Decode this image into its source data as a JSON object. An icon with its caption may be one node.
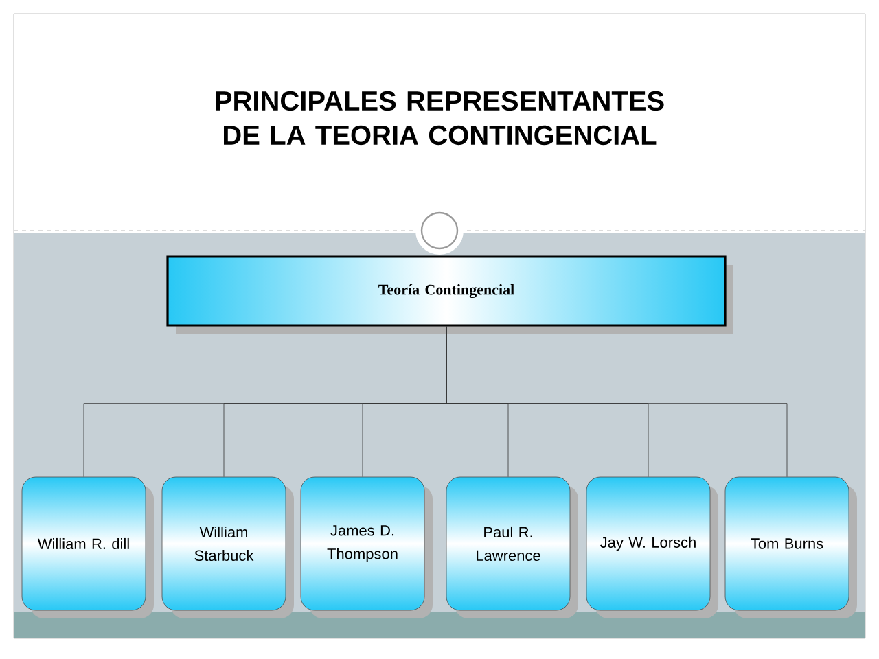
{
  "diagram": {
    "title": "PRINCIPALES REPRESENTANTES DE LA TEORIA CONTINGENCIAL",
    "nodes": [
      {
        "text": [
          "Teoría Contingencial"
        ]
      },
      {
        "text": [
          "William R. dill"
        ]
      },
      {
        "text": [
          "William Starbuck"
        ]
      },
      {
        "text": [
          "James D. Thompson"
        ]
      },
      {
        "text": [
          "Paul R. Lawrence"
        ]
      },
      {
        "text": [
          "Jay W. Lorsch"
        ]
      },
      {
        "text": [
          "Tom Burns"
        ]
      }
    ],
    "edges": [
      {
        "from": 0,
        "to": 1,
        "arrow": "none"
      },
      {
        "from": 0,
        "to": 2,
        "arrow": "none"
      },
      {
        "from": 0,
        "to": 3,
        "arrow": "none"
      },
      {
        "from": 0,
        "to": 4,
        "arrow": "none"
      },
      {
        "from": 0,
        "to": 5,
        "arrow": "none"
      },
      {
        "from": 0,
        "to": 6,
        "arrow": "none"
      }
    ]
  }
}
